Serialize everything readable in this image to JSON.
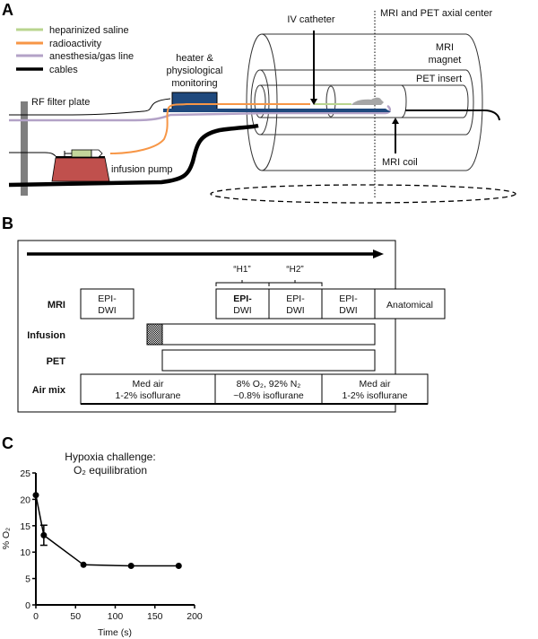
{
  "panels": {
    "a": "A",
    "b": "B",
    "c": "C"
  },
  "colors": {
    "saline": "#b9d58f",
    "radioactivity": "#f79646",
    "anesthesia": "#b3a2c7",
    "cables": "#000000",
    "bed": "#1f497d",
    "pump": "#c0504d",
    "monitor_box": "#1f497d",
    "rf_plate": "#7f7f7f",
    "mouse": "#a6a6a6"
  },
  "panel_a": {
    "legend": [
      {
        "key": "saline",
        "label": "heparinized saline"
      },
      {
        "key": "radioactivity",
        "label": "radioactivity"
      },
      {
        "key": "anesthesia",
        "label": "anesthesia/gas line"
      },
      {
        "key": "cables",
        "label": "cables"
      }
    ],
    "labels": {
      "rf_filter_plate": "RF filter plate",
      "heater_line1": "heater &",
      "heater_line2": "physiological",
      "heater_line3": "monitoring",
      "infusion_pump": "infusion pump",
      "iv_catheter": "IV catheter",
      "axial_center": "MRI and PET axial center",
      "mri_magnet_line1": "MRI",
      "mri_magnet_line2": "magnet",
      "pet_insert": "PET insert",
      "mri_coil": "MRI coil"
    }
  },
  "panel_b": {
    "markers": {
      "h1": "“H1”",
      "h2": "“H2”"
    },
    "rows": {
      "mri": "MRI",
      "infusion": "Infusion",
      "pet": "PET",
      "air_mix": "Air mix"
    },
    "mri_blocks": [
      {
        "line1": "EPI-",
        "line2": "DWI"
      },
      {
        "line1": "EPI-",
        "line2": "DWI"
      },
      {
        "line1": "EPI-",
        "line2": "DWI"
      },
      {
        "line1": "EPI-",
        "line2": "DWI"
      },
      {
        "line1": "Anatomical",
        "line2": ""
      }
    ],
    "air_mix_blocks": [
      {
        "line1": "Med air",
        "line2": "1-2% isoflurane"
      },
      {
        "line1": "8% O₂, 92% N₂",
        "line2": "~0.8% isoflurane"
      },
      {
        "line1": "Med air",
        "line2": "1-2% isoflurane"
      }
    ]
  },
  "chart_data": {
    "type": "line",
    "title": "Hypoxia challenge:",
    "subtitle": "O₂ equilibration",
    "xlabel": "Time (s)",
    "ylabel": "% O₂",
    "xlim": [
      0,
      200
    ],
    "ylim": [
      0,
      25
    ],
    "xticks": [
      0,
      50,
      100,
      150,
      200
    ],
    "yticks": [
      0,
      5,
      10,
      15,
      20,
      25
    ],
    "grid": false,
    "series": [
      {
        "name": "% O2",
        "x": [
          0,
          10,
          60,
          120,
          180
        ],
        "y": [
          20.8,
          13.2,
          7.6,
          7.4,
          7.4
        ],
        "err_low": [
          20.8,
          11.3,
          7.6,
          7.4,
          7.4
        ],
        "err_high": [
          20.8,
          15.1,
          7.6,
          7.4,
          7.4
        ]
      }
    ]
  }
}
